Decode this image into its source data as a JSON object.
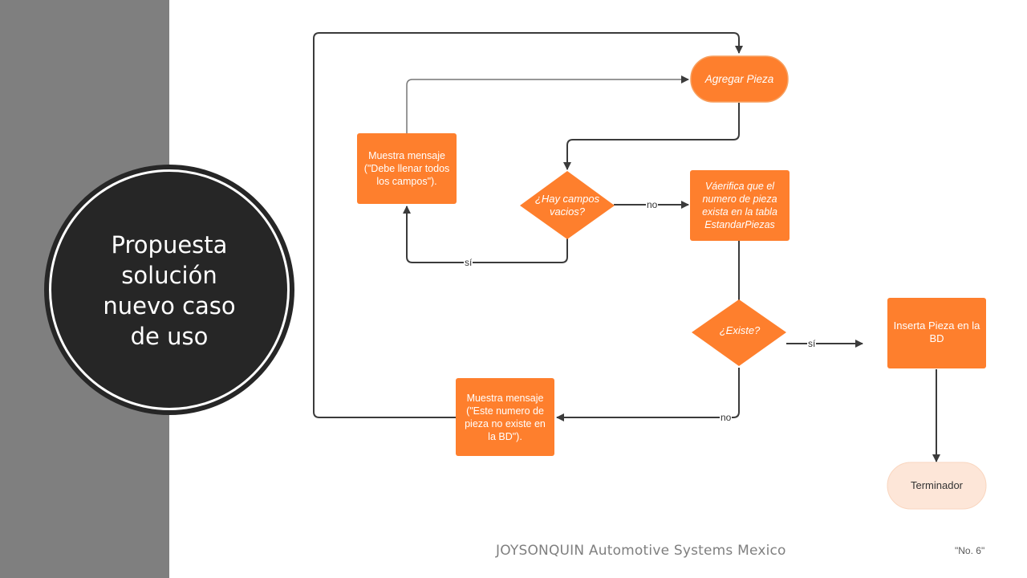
{
  "slide": {
    "title_lines": [
      "Propuesta",
      "solución",
      "nuevo caso",
      "de uso"
    ],
    "footer": "JOYSONQUIN  Automotive  Systems Mexico",
    "page_number": "\"No. 6\""
  },
  "colors": {
    "node": "#fe7f2d",
    "node_border": "#f39c4c",
    "terminator": "#fde6d8",
    "connector": "#3b3b3b",
    "side_panel": "#7f7f7f",
    "disc": "#262626"
  },
  "flow": {
    "nodes": {
      "agregar": "Agregar Pieza",
      "muestra1": "Muestra mensaje (\"Debe llenar todos los campos\").",
      "hay_campos": "¿Hay campos vacios?",
      "verifica": "Váerifica que el numero de pieza exista en la tabla EstandarPiezas",
      "existe": "¿Existe?",
      "inserta": "Inserta Pieza en la BD",
      "muestra2": "Muestra mensaje (\"Este numero de pieza no existe en la BD\").",
      "terminador": "Terminador"
    },
    "labels": {
      "no1": "no",
      "si1": "sí",
      "si2": "sí",
      "no2": "no"
    }
  }
}
